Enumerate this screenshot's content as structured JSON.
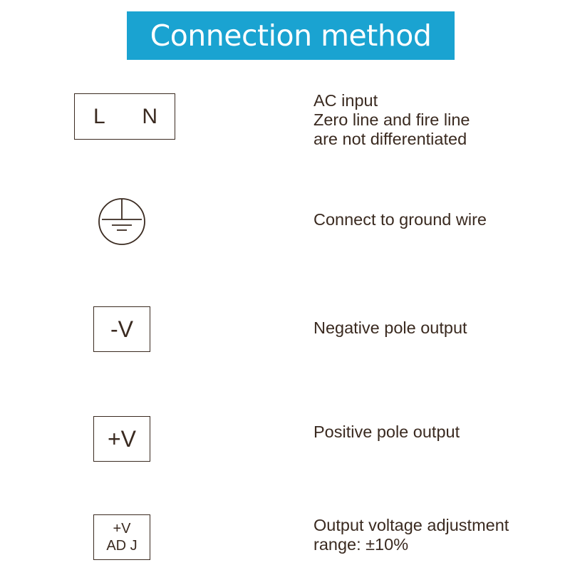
{
  "title": "Connection method",
  "colors": {
    "banner": "#1aa3d1",
    "banner_text": "#ffffff",
    "ink": "#3a2a20"
  },
  "items": [
    {
      "symbol": {
        "type": "terminal-box",
        "labels": [
          "L",
          "N"
        ]
      },
      "description": [
        "AC input",
        "Zero line and fire line",
        "are not differentiated"
      ]
    },
    {
      "symbol": {
        "type": "ground-icon"
      },
      "description": [
        "Connect to ground wire"
      ]
    },
    {
      "symbol": {
        "type": "terminal-box",
        "labels": [
          "-V"
        ]
      },
      "description": [
        "Negative pole output"
      ]
    },
    {
      "symbol": {
        "type": "terminal-box",
        "labels": [
          "+V"
        ]
      },
      "description": [
        "Positive pole output"
      ]
    },
    {
      "symbol": {
        "type": "terminal-box",
        "labels": [
          "+V",
          "AD J"
        ]
      },
      "description": [
        "Output voltage adjustment",
        "range: ±10%"
      ]
    }
  ]
}
